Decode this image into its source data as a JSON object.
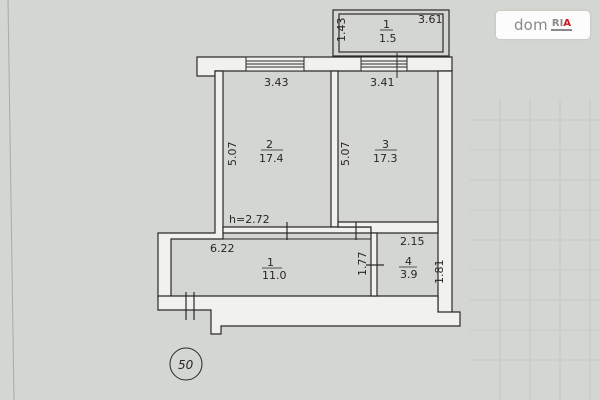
{
  "plan": {
    "room_1_top": {
      "number": "1",
      "area": "1.5",
      "dim_height": "1.43",
      "dim_width": "3.61"
    },
    "room_2": {
      "number": "2",
      "area": "17.4",
      "dim_width": "3.43",
      "dim_height": "5.07"
    },
    "room_3": {
      "number": "3",
      "area": "17.3",
      "dim_width": "3.41",
      "dim_height": "5.07"
    },
    "room_1_hall": {
      "number": "1",
      "area": "11.0",
      "dim_width": "6.22",
      "dim_height": "1.77"
    },
    "room_4": {
      "number": "4",
      "area": "3.9",
      "dim_width": "2.15",
      "dim_height": "1.81"
    },
    "ceiling_height": "h=2.72",
    "floor_number": "50"
  },
  "watermark": {
    "brand": "dom",
    "ria_a": "RI",
    "ria_b": "A"
  },
  "colors": {
    "paper": "#d4d6d2",
    "wall_fill": "#f1f1ee",
    "wall_stroke": "#2a2a2a",
    "ria_red": "#c9181f"
  }
}
